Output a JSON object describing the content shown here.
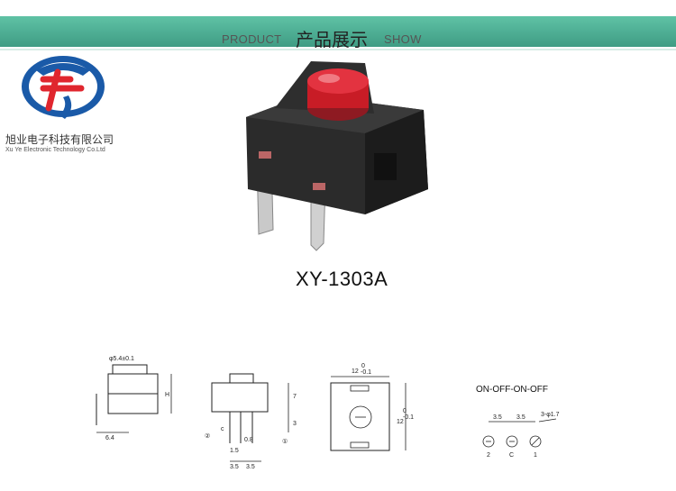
{
  "header": {
    "en_left": "PRODUCT",
    "cn_title": "产品展示",
    "en_right": "SHOW"
  },
  "company": {
    "name_cn": "旭业电子科技有限公司",
    "name_en": "Xu Ye Electronic Technology Co.Ltd"
  },
  "product": {
    "model": "XY-1303A"
  },
  "colors": {
    "band": "#4fae94",
    "button_red": "#d8202c",
    "logo_blue": "#1a5aa8",
    "logo_red": "#e0262e"
  },
  "drawing": {
    "side": {
      "dia": "φ5.4±0.1",
      "height": "H",
      "width": "6.4"
    },
    "front": {
      "pin2": "②",
      "pin1": "①",
      "pin_c": "c",
      "h7": "7",
      "h3": "3",
      "d08": "0.8",
      "d15": "1.5",
      "p1": "3.5",
      "p2": "3.5"
    },
    "top": {
      "w_main": "12",
      "w_sup": "0",
      "w_sub": "-0.1",
      "h_main": "12",
      "h_sup": "0",
      "h_sub": "-0.1"
    },
    "schematic": {
      "title": "ON-OFF-ON-OFF",
      "s1": "3.5",
      "s2": "3.5",
      "hole": "3-φ1.7",
      "pin2": "2",
      "pinc": "C",
      "pin1": "1"
    }
  }
}
